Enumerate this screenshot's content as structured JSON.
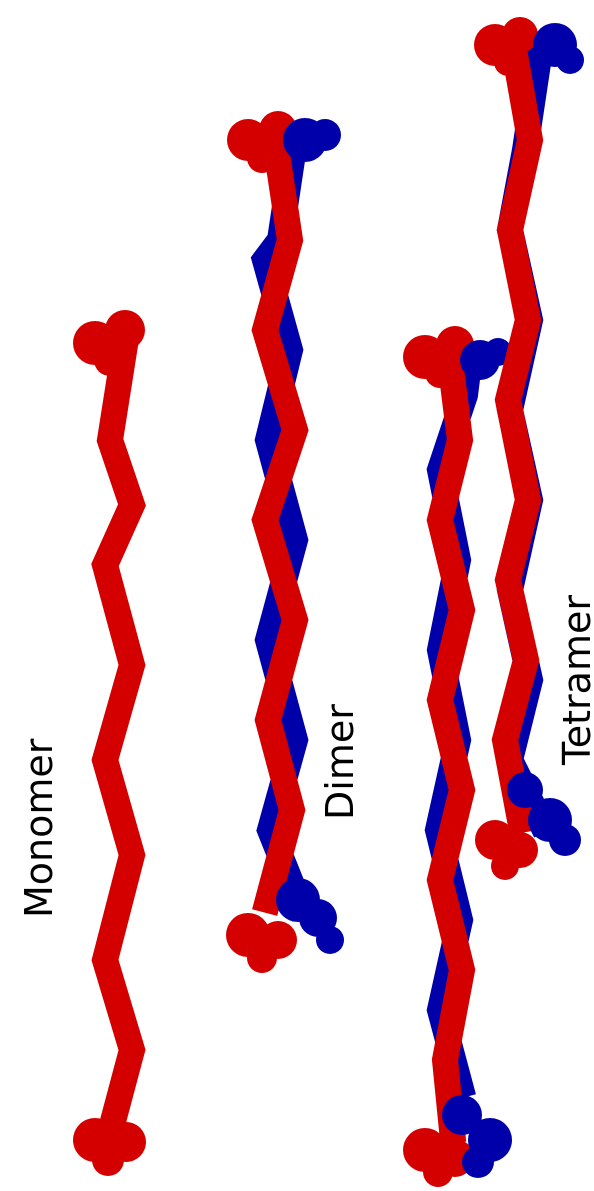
{
  "diagram": {
    "labels": {
      "monomer": "Monomer",
      "dimer": "Dimer",
      "tetramer": "Tetramer"
    },
    "colors": {
      "chain_a": "#d40000",
      "chain_b": "#0000aa",
      "background": "#ffffff",
      "text": "#000000"
    }
  }
}
